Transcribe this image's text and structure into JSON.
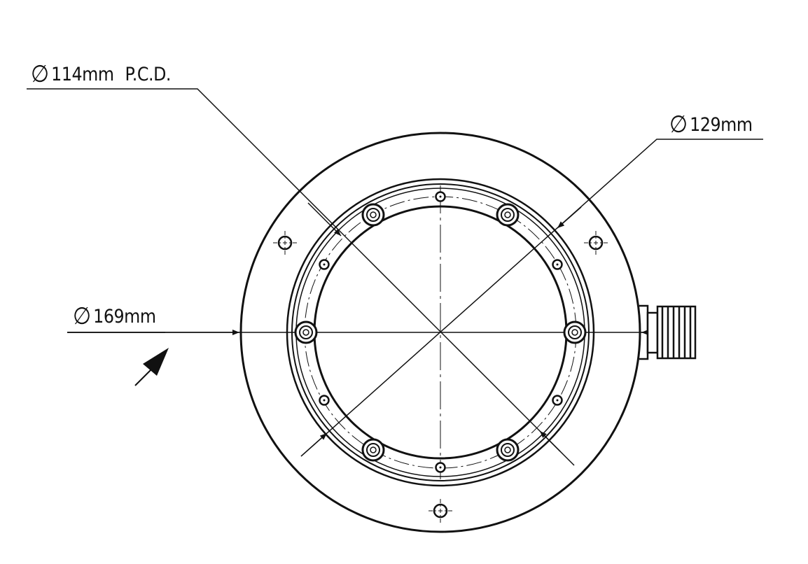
{
  "labels": {
    "pcd": {
      "symbol": "∅",
      "value": "114mm",
      "suffix": "P.C.D."
    },
    "inner": {
      "symbol": "∅",
      "value": "129mm"
    },
    "outer": {
      "symbol": "∅",
      "value": "169mm"
    }
  },
  "colors": {
    "line": "#111111",
    "background": "#ffffff"
  }
}
